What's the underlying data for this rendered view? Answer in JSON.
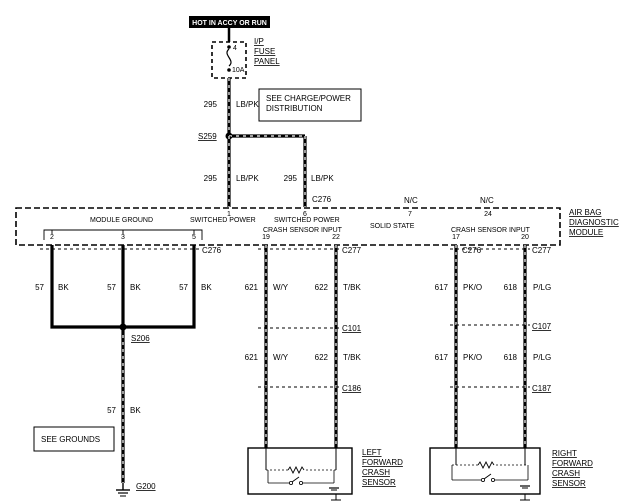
{
  "header": {
    "hot_label": "HOT IN ACCY OR RUN",
    "fuse_panel": [
      "I/P",
      "FUSE",
      "PANEL"
    ],
    "fuse_number": "4",
    "fuse_rating": "10A",
    "see_charge_note": [
      "SEE CHARGE/POWER",
      "DISTRIBUTION"
    ]
  },
  "wires": {
    "w295_top": {
      "circuit": "295",
      "color": "LB/PK"
    },
    "w295_left": {
      "circuit": "295",
      "color": "LB/PK"
    },
    "w295_right": {
      "circuit": "295",
      "color": "LB/PK"
    },
    "w57_a": {
      "circuit": "57",
      "color": "BK"
    },
    "w57_b": {
      "circuit": "57",
      "color": "BK"
    },
    "w57_c": {
      "circuit": "57",
      "color": "BK"
    },
    "w57_ground": {
      "circuit": "57",
      "color": "BK"
    },
    "w621_upper": {
      "circuit": "621",
      "color": "W/Y"
    },
    "w622_upper": {
      "circuit": "622",
      "color": "T/BK"
    },
    "w621_lower": {
      "circuit": "621",
      "color": "W/Y"
    },
    "w622_lower": {
      "circuit": "622",
      "color": "T/BK"
    },
    "w617_upper": {
      "circuit": "617",
      "color": "PK/O"
    },
    "w618_upper": {
      "circuit": "618",
      "color": "P/LG"
    },
    "w617_lower": {
      "circuit": "617",
      "color": "PK/O"
    },
    "w618_lower": {
      "circuit": "618",
      "color": "P/LG"
    }
  },
  "splices": {
    "s259": "S259",
    "s206": "S206",
    "g200": "G200"
  },
  "connectors": {
    "c276_top": "C276",
    "c276_left": "C276",
    "c277_a": "C277",
    "c101": "C101",
    "c186": "C186",
    "c276_right": "C276",
    "c277_b": "C277",
    "c107": "C107",
    "c187": "C187"
  },
  "module": {
    "name": [
      "AIR BAG",
      "DIAGNOSTIC",
      "MODULE"
    ],
    "module_ground": "MODULE GROUND",
    "switched_power_1": "SWITCHED POWER",
    "switched_power_2": "SWITCHED POWER",
    "crash_input_left": "CRASH SENSOR INPUT",
    "solid_state": "SOLID STATE",
    "crash_input_right": "CRASH SENSOR INPUT",
    "nc_1": "N/C",
    "nc_2": "N/C",
    "pins": {
      "p1": "1",
      "p6": "6",
      "p7": "7",
      "p24": "24",
      "p2": "2",
      "p3": "3",
      "p5": "5",
      "p19": "19",
      "p22": "22",
      "p17": "17",
      "p20": "20"
    }
  },
  "see_grounds": "SEE GROUNDS",
  "sensors": {
    "left": [
      "LEFT",
      "FORWARD",
      "CRASH",
      "SENSOR"
    ],
    "right": [
      "RIGHT",
      "FORWARD",
      "CRASH",
      "SENSOR"
    ]
  }
}
